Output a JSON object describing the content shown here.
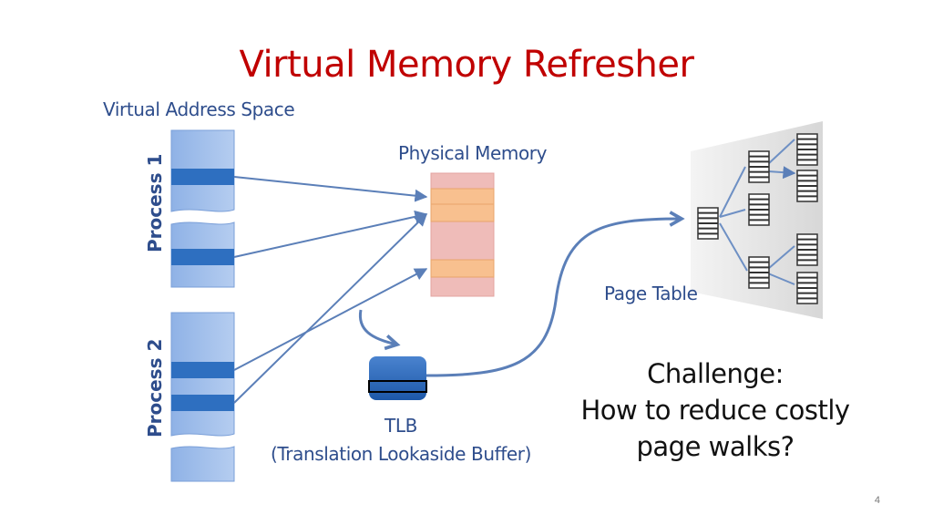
{
  "slide": {
    "title": "Virtual Memory Refresher",
    "page_number": "4"
  },
  "labels": {
    "virtual_address_space": "Virtual Address Space",
    "process1": "Process 1",
    "process2": "Process 2",
    "physical_memory": "Physical Memory",
    "page_table": "Page Table",
    "tlb": "TLB",
    "tlb_expanded": "(Translation Lookaside Buffer)"
  },
  "challenge": {
    "line1": "Challenge:",
    "line2": "How to reduce costly",
    "line3": "page walks?"
  },
  "colors": {
    "title": "#c00000",
    "label": "#2e4d8c",
    "virtual_light": "#9dbde9",
    "virtual_dark": "#2e6fc0",
    "physical_fill": "#efbcb9",
    "physical_page": "#f8c08f",
    "arrow": "#5b7fb8"
  }
}
